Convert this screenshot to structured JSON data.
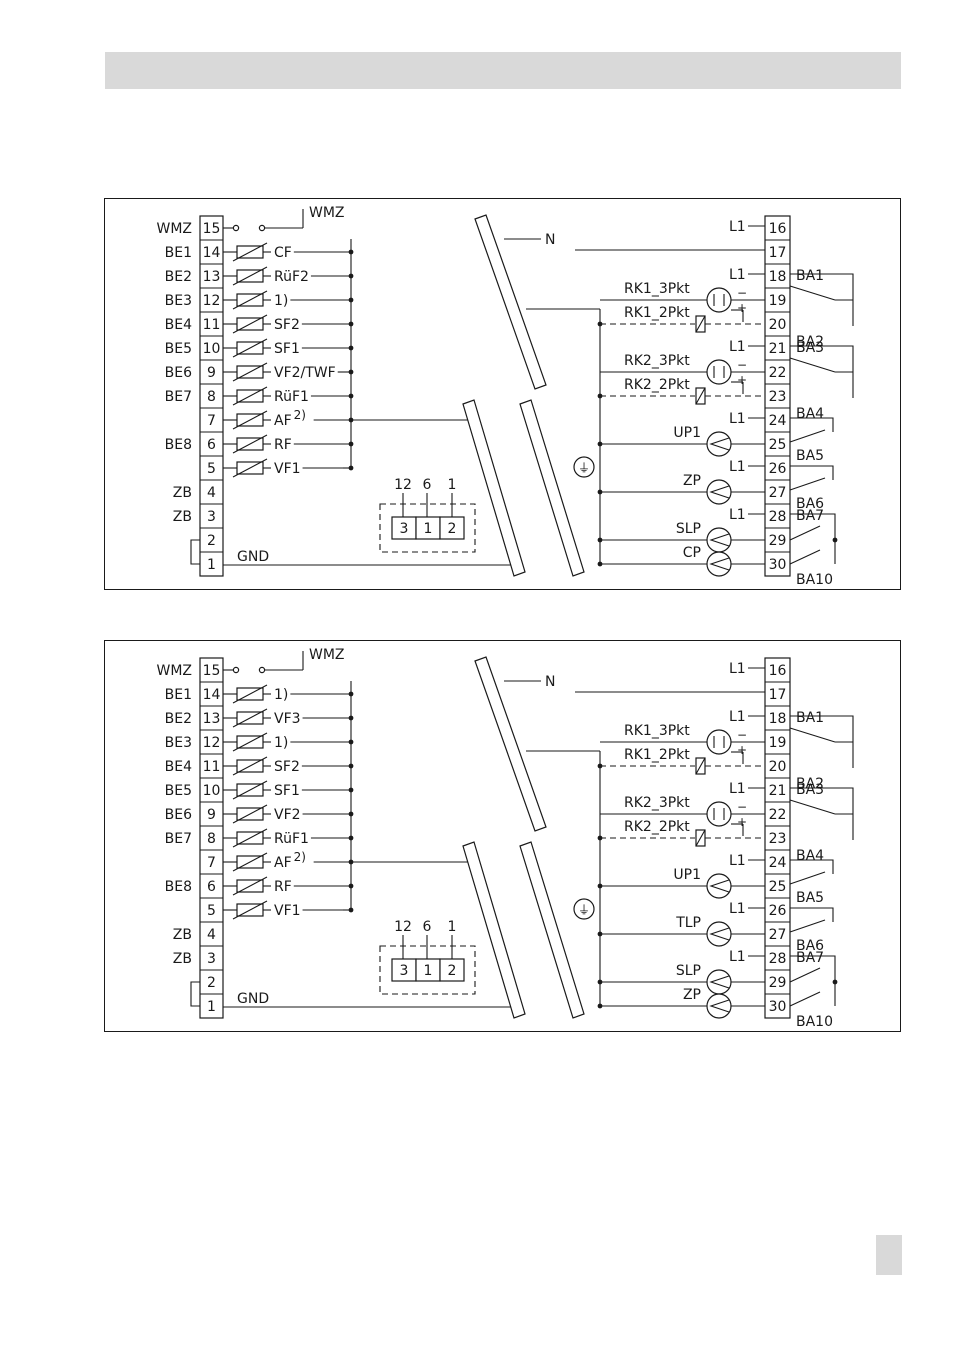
{
  "colors": {
    "ink": "#1a1a1a",
    "header_bar": "#d9d9d9",
    "background": "#ffffff"
  },
  "diagrams": [
    {
      "left_terminals": [
        {
          "num": "15",
          "label": "WMZ",
          "sensor": ""
        },
        {
          "num": "14",
          "label": "BE1",
          "sensor": "CF"
        },
        {
          "num": "13",
          "label": "BE2",
          "sensor": "RüF2"
        },
        {
          "num": "12",
          "label": "BE3",
          "sensor": "1)"
        },
        {
          "num": "11",
          "label": "BE4",
          "sensor": "SF2"
        },
        {
          "num": "10",
          "label": "BE5",
          "sensor": "SF1"
        },
        {
          "num": "9",
          "label": "BE6",
          "sensor": "VF2/TWF"
        },
        {
          "num": "8",
          "label": "BE7",
          "sensor": "RüF1"
        },
        {
          "num": "7",
          "label": "",
          "sensor": "AF"
        },
        {
          "num": "6",
          "label": "BE8",
          "sensor": "RF"
        },
        {
          "num": "5",
          "label": "",
          "sensor": "VF1"
        },
        {
          "num": "4",
          "label": "ZB",
          "sensor": ""
        },
        {
          "num": "3",
          "label": "ZB",
          "sensor": ""
        },
        {
          "num": "2",
          "label": "",
          "sensor": ""
        },
        {
          "num": "1",
          "label": "",
          "sensor": ""
        }
      ],
      "wmz_label": "WMZ",
      "af_note": "2)",
      "gnd_label": "GND",
      "n_label": "N",
      "ground_symbol": "⏚",
      "connector": {
        "pins": [
          "12",
          "6",
          "1"
        ],
        "cells": [
          "3",
          "1",
          "2"
        ]
      },
      "right_terminals": [
        {
          "num": "16",
          "l1": "L1"
        },
        {
          "num": "17",
          "l1": ""
        },
        {
          "num": "18",
          "l1": "L1"
        },
        {
          "num": "19",
          "l1": ""
        },
        {
          "num": "20",
          "l1": ""
        },
        {
          "num": "21",
          "l1": "L1"
        },
        {
          "num": "22",
          "l1": ""
        },
        {
          "num": "23",
          "l1": ""
        },
        {
          "num": "24",
          "l1": "L1"
        },
        {
          "num": "25",
          "l1": ""
        },
        {
          "num": "26",
          "l1": "L1"
        },
        {
          "num": "27",
          "l1": ""
        },
        {
          "num": "28",
          "l1": "L1"
        },
        {
          "num": "29",
          "l1": ""
        },
        {
          "num": "30",
          "l1": ""
        }
      ],
      "actuators": [
        {
          "label": "RK1_3Pkt",
          "row": 3,
          "kind": "motor"
        },
        {
          "label": "RK1_2Pkt",
          "row": 4,
          "kind": "valve"
        },
        {
          "label": "RK2_3Pkt",
          "row": 6,
          "kind": "motor"
        },
        {
          "label": "RK2_2Pkt",
          "row": 7,
          "kind": "valve"
        },
        {
          "label": "UP1",
          "row": 9,
          "kind": "pump"
        },
        {
          "label": "ZP",
          "row": 11,
          "kind": "pump"
        },
        {
          "label": "SLP",
          "row": 13,
          "kind": "pump"
        },
        {
          "label": "CP",
          "row": 14,
          "kind": "pump"
        }
      ],
      "outputs": [
        "BA1",
        "BA2",
        "BA3",
        "BA4",
        "BA5",
        "BA6",
        "BA7",
        "BA10"
      ],
      "motor_signs": {
        "minus": "−",
        "plus": "+"
      }
    },
    {
      "left_terminals": [
        {
          "num": "15",
          "label": "WMZ",
          "sensor": ""
        },
        {
          "num": "14",
          "label": "BE1",
          "sensor": "1)"
        },
        {
          "num": "13",
          "label": "BE2",
          "sensor": "VF3"
        },
        {
          "num": "12",
          "label": "BE3",
          "sensor": "1)"
        },
        {
          "num": "11",
          "label": "BE4",
          "sensor": "SF2"
        },
        {
          "num": "10",
          "label": "BE5",
          "sensor": "SF1"
        },
        {
          "num": "9",
          "label": "BE6",
          "sensor": "VF2"
        },
        {
          "num": "8",
          "label": "BE7",
          "sensor": "RüF1"
        },
        {
          "num": "7",
          "label": "",
          "sensor": "AF"
        },
        {
          "num": "6",
          "label": "BE8",
          "sensor": "RF"
        },
        {
          "num": "5",
          "label": "",
          "sensor": "VF1"
        },
        {
          "num": "4",
          "label": "ZB",
          "sensor": ""
        },
        {
          "num": "3",
          "label": "ZB",
          "sensor": ""
        },
        {
          "num": "2",
          "label": "",
          "sensor": ""
        },
        {
          "num": "1",
          "label": "",
          "sensor": ""
        }
      ],
      "wmz_label": "WMZ",
      "af_note": "2)",
      "gnd_label": "GND",
      "n_label": "N",
      "ground_symbol": "⏚",
      "connector": {
        "pins": [
          "12",
          "6",
          "1"
        ],
        "cells": [
          "3",
          "1",
          "2"
        ]
      },
      "right_terminals": [
        {
          "num": "16",
          "l1": "L1"
        },
        {
          "num": "17",
          "l1": ""
        },
        {
          "num": "18",
          "l1": "L1"
        },
        {
          "num": "19",
          "l1": ""
        },
        {
          "num": "20",
          "l1": ""
        },
        {
          "num": "21",
          "l1": "L1"
        },
        {
          "num": "22",
          "l1": ""
        },
        {
          "num": "23",
          "l1": ""
        },
        {
          "num": "24",
          "l1": "L1"
        },
        {
          "num": "25",
          "l1": ""
        },
        {
          "num": "26",
          "l1": "L1"
        },
        {
          "num": "27",
          "l1": ""
        },
        {
          "num": "28",
          "l1": "L1"
        },
        {
          "num": "29",
          "l1": ""
        },
        {
          "num": "30",
          "l1": ""
        }
      ],
      "actuators": [
        {
          "label": "RK1_3Pkt",
          "row": 3,
          "kind": "motor"
        },
        {
          "label": "RK1_2Pkt",
          "row": 4,
          "kind": "valve"
        },
        {
          "label": "RK2_3Pkt",
          "row": 6,
          "kind": "motor"
        },
        {
          "label": "RK2_2Pkt",
          "row": 7,
          "kind": "valve"
        },
        {
          "label": "UP1",
          "row": 9,
          "kind": "pump"
        },
        {
          "label": "TLP",
          "row": 11,
          "kind": "pump"
        },
        {
          "label": "SLP",
          "row": 13,
          "kind": "pump"
        },
        {
          "label": "ZP",
          "row": 14,
          "kind": "pump"
        }
      ],
      "outputs": [
        "BA1",
        "BA2",
        "BA3",
        "BA4",
        "BA5",
        "BA6",
        "BA7",
        "BA10"
      ],
      "motor_signs": {
        "minus": "−",
        "plus": "+"
      }
    }
  ]
}
